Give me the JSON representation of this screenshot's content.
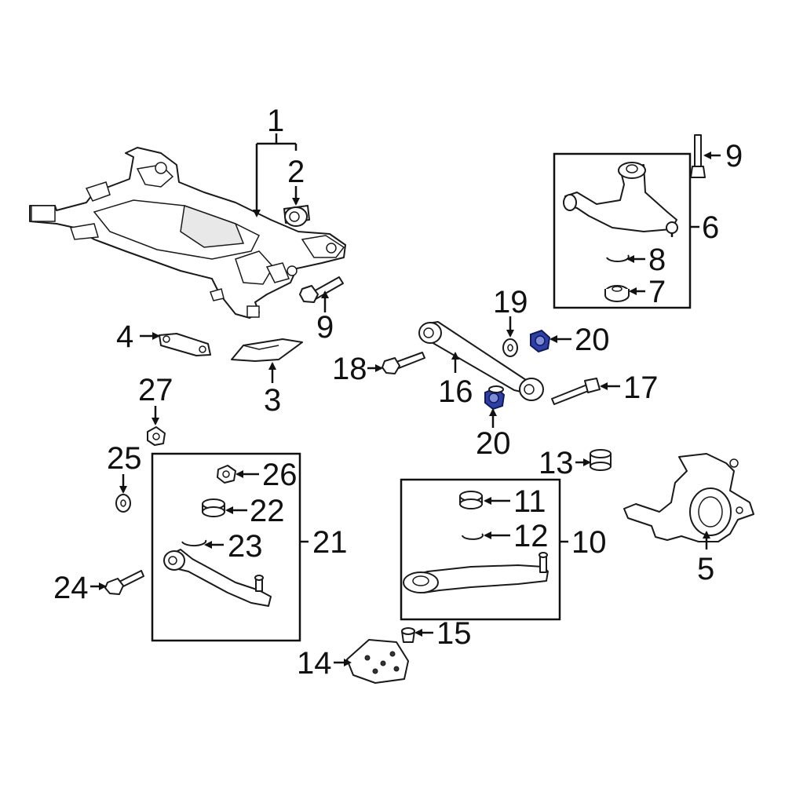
{
  "diagram": {
    "callouts": {
      "c1": "1",
      "c2": "2",
      "c3": "3",
      "c4": "4",
      "c5": "5",
      "c6": "6",
      "c7": "7",
      "c8": "8",
      "c9_top": "9",
      "c9_left": "9",
      "c10": "10",
      "c11": "11",
      "c12": "12",
      "c13": "13",
      "c14": "14",
      "c15": "15",
      "c16": "16",
      "c17": "17",
      "c18": "18",
      "c19": "19",
      "c20_upper": "20",
      "c20_lower": "20",
      "c21": "21",
      "c22": "22",
      "c23": "23",
      "c24": "24",
      "c25": "25",
      "c26": "26",
      "c27": "27"
    },
    "highlight_color": "#2e3fa8",
    "highlighted_part": "20"
  }
}
